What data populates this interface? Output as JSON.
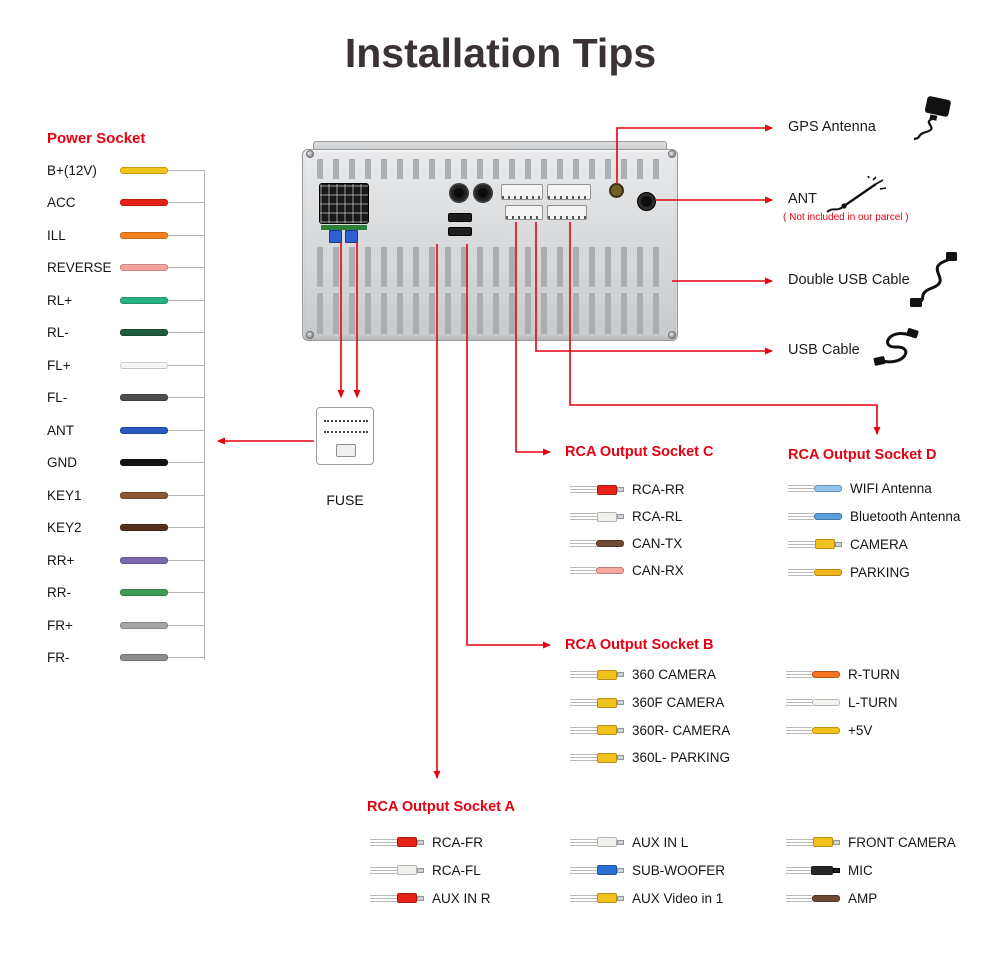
{
  "title": "Installation Tips",
  "colors": {
    "accent_red": "#e60012",
    "lead_line": "#b5b5b5",
    "panel_gray": "#d6d8da"
  },
  "icons": {
    "gps": "gps-antenna-icon",
    "ant": "ant-antenna-icon",
    "double_usb": "double-usb-cable-icon",
    "usb": "usb-cable-icon"
  },
  "power_socket": {
    "heading": "Power Socket",
    "wires": [
      {
        "label": "B+(12V)",
        "color": "#f0c219"
      },
      {
        "label": "ACC",
        "color": "#e62218"
      },
      {
        "label": "ILL",
        "color": "#f5821f"
      },
      {
        "label": "REVERSE",
        "color": "#f6a3a0"
      },
      {
        "label": "RL+",
        "color": "#2ab184"
      },
      {
        "label": "RL-",
        "color": "#1e5b3f"
      },
      {
        "label": "FL+",
        "color": "#f5f5f3"
      },
      {
        "label": "FL-",
        "color": "#4d4d4d"
      },
      {
        "label": "ANT",
        "color": "#2857c0"
      },
      {
        "label": "GND",
        "color": "#141414"
      },
      {
        "label": "KEY1",
        "color": "#8a5a33"
      },
      {
        "label": "KEY2",
        "color": "#52301c"
      },
      {
        "label": "RR+",
        "color": "#7b68ae"
      },
      {
        "label": "RR-",
        "color": "#3c9b55"
      },
      {
        "label": "FR+",
        "color": "#a6a6a6"
      },
      {
        "label": "FR-",
        "color": "#8c8c8c"
      }
    ]
  },
  "fuse": {
    "label": "FUSE"
  },
  "callouts": {
    "gps": {
      "label": "GPS Antenna"
    },
    "ant": {
      "label": "ANT",
      "note": "( Not included in our parcel )"
    },
    "double_usb": {
      "label": "Double USB Cable"
    },
    "usb": {
      "label": "USB Cable"
    }
  },
  "socket_c": {
    "heading": "RCA Output Socket C",
    "items": [
      {
        "label": "RCA-RR",
        "type": "rca",
        "color": "#e62218"
      },
      {
        "label": "RCA-RL",
        "type": "rca",
        "color": "#f1f1ee"
      },
      {
        "label": "CAN-TX",
        "type": "wire",
        "color": "#6f4a33"
      },
      {
        "label": "CAN-RX",
        "type": "wire",
        "color": "#f7a7a2"
      }
    ]
  },
  "socket_d": {
    "heading": "RCA Output Socket D",
    "items": [
      {
        "label": "WIFI Antenna",
        "type": "wire",
        "color": "#8fc4ee"
      },
      {
        "label": "Bluetooth Antenna",
        "type": "wire",
        "color": "#5a9fe0"
      },
      {
        "label": "CAMERA",
        "type": "rca",
        "color": "#f2c21c"
      },
      {
        "label": "PARKING",
        "type": "wire",
        "color": "#f0b31c"
      }
    ]
  },
  "socket_b": {
    "heading": "RCA Output Socket B",
    "items": [
      {
        "label": "360 CAMERA",
        "type": "rca",
        "color": "#f2c21c"
      },
      {
        "label": "360F CAMERA",
        "type": "rca",
        "color": "#f2c21c"
      },
      {
        "label": "360R- CAMERA",
        "type": "rca",
        "color": "#f2c21c"
      },
      {
        "label": "360L- PARKING",
        "type": "rca",
        "color": "#f2c21c"
      }
    ]
  },
  "turn_group": {
    "items": [
      {
        "label": "R-TURN",
        "type": "wire",
        "color": "#f5751f"
      },
      {
        "label": "L-TURN",
        "type": "wire",
        "color": "#f3f3f0"
      },
      {
        "label": "+5V",
        "type": "wire",
        "color": "#f2c21c"
      }
    ]
  },
  "socket_a": {
    "heading": "RCA Output Socket A",
    "items": [
      {
        "label": "RCA-FR",
        "type": "rca",
        "color": "#e62218"
      },
      {
        "label": "RCA-FL",
        "type": "rca",
        "color": "#f1f1ee"
      },
      {
        "label": "AUX IN R",
        "type": "rca",
        "color": "#e62218"
      }
    ]
  },
  "aux_group": {
    "items": [
      {
        "label": "AUX IN L",
        "type": "rca",
        "color": "#f1f1ee"
      },
      {
        "label": "SUB-WOOFER",
        "type": "rca",
        "color": "#2b6fd4"
      },
      {
        "label": "AUX Video in 1",
        "type": "rca",
        "color": "#f2c21c"
      }
    ]
  },
  "cam_group": {
    "items": [
      {
        "label": "FRONT CAMERA",
        "type": "rca",
        "color": "#f2c21c"
      },
      {
        "label": "MIC",
        "type": "plug",
        "color": "#262626"
      },
      {
        "label": "AMP",
        "type": "wire",
        "color": "#6f4a33"
      }
    ]
  }
}
